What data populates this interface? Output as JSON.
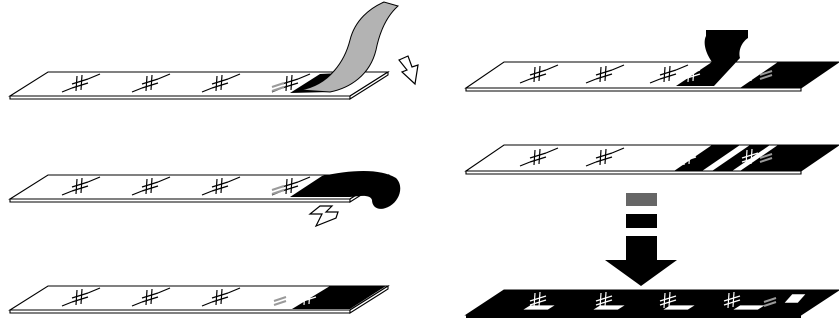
{
  "diagram": {
    "type": "process-illustration",
    "steps": [
      {
        "id": "peel-grey-strip",
        "column": "left"
      },
      {
        "id": "apply-black-strip",
        "column": "left"
      },
      {
        "id": "black-strip-applied",
        "column": "left"
      },
      {
        "id": "fold-black-sheet",
        "column": "right"
      },
      {
        "id": "black-blocks-applied",
        "column": "right"
      },
      {
        "id": "final-black-slide",
        "column": "right"
      }
    ],
    "colors": {
      "slide": "#ffffff",
      "outline": "#000000",
      "grey_sheet": "#b3b3b3",
      "grey_mark": "#9a9a9a",
      "black_material": "#000000",
      "legend_grey": "#666666"
    },
    "icons": [
      "down-arrow-icon",
      "left-down-arrow-icon",
      "big-down-arrow-icon"
    ]
  }
}
